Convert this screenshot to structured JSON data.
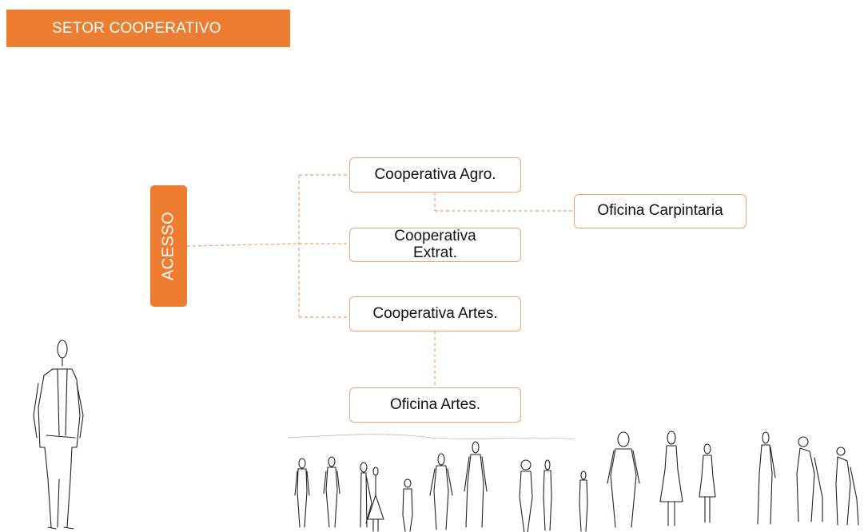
{
  "header": {
    "title": "SETOR COOPERATIVO"
  },
  "diagram": {
    "access_label": "ACESSO",
    "nodes": {
      "coop_agro": "Cooperativa Agro.",
      "coop_extrat": "Cooperativa\nExtrat.",
      "coop_artes": "Cooperativa Artes.",
      "oficina_carpintaria": "Oficina Carpintaria",
      "oficina_artes": "Oficina Artes."
    },
    "edges": [
      [
        "acesso",
        "coop_agro"
      ],
      [
        "acesso",
        "coop_extrat"
      ],
      [
        "acesso",
        "coop_artes"
      ],
      [
        "coop_agro",
        "oficina_carpintaria"
      ],
      [
        "coop_artes",
        "oficina_artes"
      ]
    ]
  },
  "colors": {
    "accent": "#ed7d31",
    "connector": "#f0a46e",
    "sketch": "#222222"
  },
  "illustration": {
    "subject": "hand-drawn pedestrian figures sketch"
  }
}
